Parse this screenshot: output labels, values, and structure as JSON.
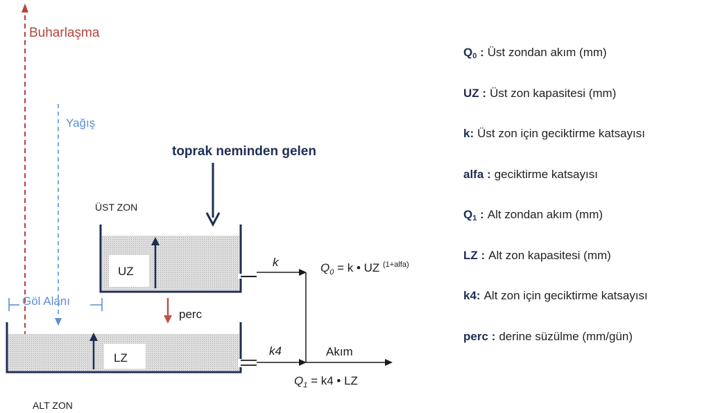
{
  "diagram": {
    "labels": {
      "evaporation": "Buharlaşma",
      "precipitation": "Yağış",
      "soil_moisture": "toprak neminden gelen",
      "upper_zone": "ÜST ZON",
      "lower_zone": "ALT ZON",
      "lake_area": "Göl Alanı",
      "uz": "UZ",
      "lz": "LZ",
      "perc": "perc",
      "k": "k",
      "k4": "k4",
      "runoff": "Akım"
    },
    "equations": {
      "q0_symbol": "Q",
      "q0_sub": "0",
      "q0_rhs": " = k • UZ ",
      "q0_exp": "(1+alfa)",
      "q1_symbol": "Q",
      "q1_sub": "1",
      "q1_rhs": " = k4 • LZ"
    },
    "colors": {
      "evaporation": "#b5443c",
      "precipitation": "#5b8fd6",
      "soil_arrow": "#1f2d55",
      "tank_outline": "#1f2d55",
      "tank_fill": "#e3e3e3",
      "perc_arrow": "#c0504d",
      "lake_bracket": "#5b8fd6"
    }
  },
  "legend": [
    {
      "key": "Q",
      "sub": "0",
      "sep": " :",
      "desc": "Üst zondan akım (mm)"
    },
    {
      "key": "UZ",
      "sub": "",
      "sep": " :",
      "desc": "Üst zon kapasitesi (mm)"
    },
    {
      "key": "k",
      "sub": "",
      "sep": ":",
      "desc": "Üst zon için geciktirme katsayısı"
    },
    {
      "key": "alfa",
      "sub": "",
      "sep": " :",
      "desc": "geciktirme katsayısı"
    },
    {
      "key": "Q",
      "sub": "1",
      "sep": " :",
      "desc": "Alt zondan akım (mm)"
    },
    {
      "key": "LZ",
      "sub": "",
      "sep": " :",
      "desc": "Alt zon kapasitesi (mm)"
    },
    {
      "key": "k4",
      "sub": "",
      "sep": ":",
      "desc": "Alt zon için geciktirme katsayısı"
    },
    {
      "key": "perc",
      "sub": "",
      "sep": " :",
      "desc": "derine süzülme (mm/gün)"
    }
  ]
}
